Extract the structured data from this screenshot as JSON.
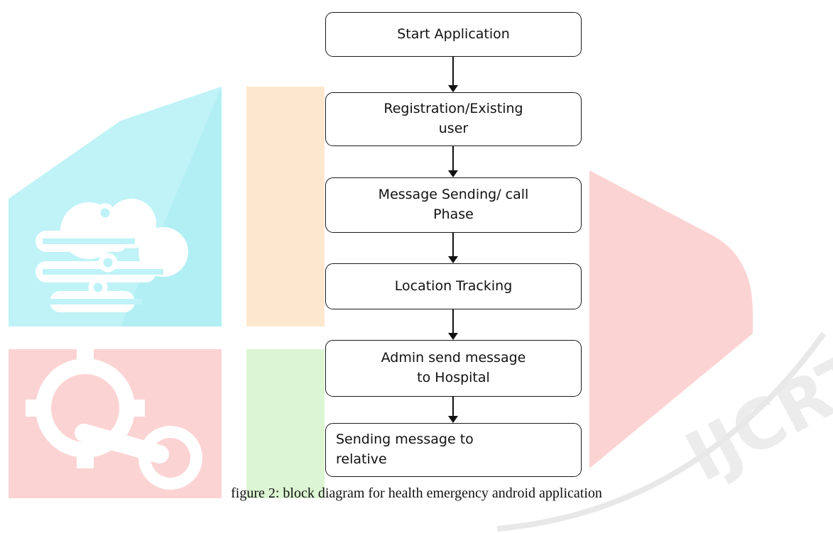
{
  "diagram": {
    "steps": [
      {
        "label": "Start Application"
      },
      {
        "label": "Registration/Existing\nuser"
      },
      {
        "label": "Message Sending/ call\nPhase"
      },
      {
        "label": "Location Tracking"
      },
      {
        "label": "Admin send message\nto Hospital"
      },
      {
        "label": "Sending message to\nrelative"
      }
    ],
    "caption": "figure 2: block diagram for health emergency android application"
  },
  "watermark": {
    "text": "IJCRT",
    "colors": {
      "cyan": "#b8f2f6",
      "orange": "#fde6cc",
      "pink": "#fbd0d0",
      "green": "#d9f4d0"
    }
  }
}
